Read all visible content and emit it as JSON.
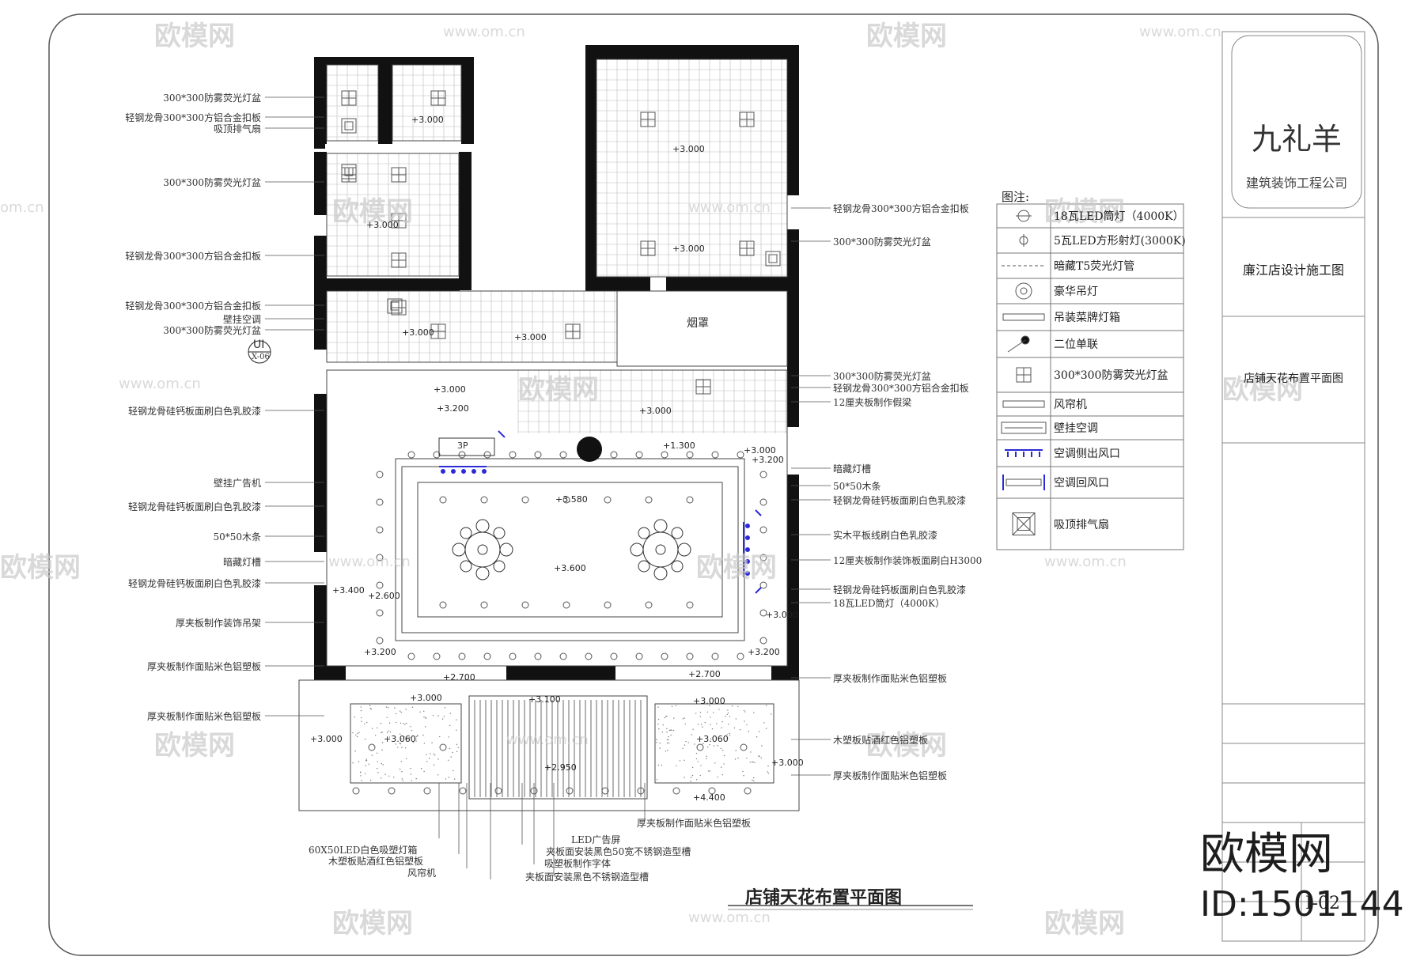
{
  "watermarks": {
    "brand": "欧模网",
    "site": "www.om.cn",
    "site_short": "om.cn"
  },
  "titleblock": {
    "company_name": "九礼羊",
    "company_sub": "建筑装饰工程公司",
    "project": "廉江店设计施工图",
    "drawing_name": "店铺天花布置平面图",
    "sheet_no": "I-02"
  },
  "drawing_title": "店铺天花布置平面图",
  "brand_overlay": {
    "name": "欧模网",
    "id": "ID:1501144"
  },
  "legend": {
    "title": "图注:",
    "items": [
      {
        "icon": "downlight-icon",
        "label": "18瓦LED筒灯（4000K）"
      },
      {
        "icon": "spotlight-icon",
        "label": "5瓦LED方形射灯(3000K)"
      },
      {
        "icon": "hidden-tube-icon",
        "label": "暗藏T5荧光灯管"
      },
      {
        "icon": "chandelier-icon",
        "label": "豪华吊灯"
      },
      {
        "icon": "menu-lightbox-icon",
        "label": "吊装菜牌灯箱"
      },
      {
        "icon": "switch-icon",
        "label": "二位单联"
      },
      {
        "icon": "grid-light-icon",
        "label": "300*300防雾荧光灯盆"
      },
      {
        "icon": "air-curtain-icon",
        "label": "风帘机"
      },
      {
        "icon": "wall-ac-icon",
        "label": "壁挂空调"
      },
      {
        "icon": "ac-side-vent-icon",
        "label": "空调侧出风口"
      },
      {
        "icon": "ac-return-vent-icon",
        "label": "空调回风口"
      },
      {
        "icon": "exhaust-fan-icon",
        "label": "吸顶排气扇"
      }
    ]
  },
  "left_labels": [
    "300*300防雾荧光灯盆",
    "轻钢龙骨300*300方铝合金扣板",
    "吸顶排气扇",
    "300*300防雾荧光灯盆",
    "轻钢龙骨300*300方铝合金扣板",
    "轻钢龙骨300*300方铝合金扣板",
    "壁挂空调",
    "300*300防雾荧光灯盆",
    "轻钢龙骨硅钙板面刷白色乳胶漆",
    "壁挂广告机",
    "轻钢龙骨硅钙板面刷白色乳胶漆",
    "50*50木条",
    "暗藏灯槽",
    "轻钢龙骨硅钙板面刷白色乳胶漆",
    "厚夹板制作装饰吊架",
    "厚夹板制作面贴米色铝塑板",
    "厚夹板制作面贴米色铝塑板"
  ],
  "right_labels": [
    "轻钢龙骨300*300方铝合金扣板",
    "300*300防雾荧光灯盆",
    "300*300防雾荧光灯盆",
    "轻钢龙骨300*300方铝合金扣板",
    "12厘夹板制作假梁",
    "暗藏灯槽",
    "50*50木条",
    "轻钢龙骨硅钙板面刷白色乳胶漆",
    "实木平板线刷白色乳胶漆",
    "12厘夹板制作装饰板面刷白H3000",
    "轻钢龙骨硅钙板面刷白色乳胶漆",
    "18瓦LED筒灯（4000K）",
    "厚夹板制作面贴米色铝塑板",
    "木塑板贴酒红色铝塑板",
    "厚夹板制作面贴米色铝塑板"
  ],
  "bottom_labels": [
    "厚夹板制作面贴米色铝塑板",
    "LED广告屏",
    "夹板面安装黑色50宽不锈钢造型槽",
    "60X50LED白色吸塑灯箱",
    "木塑板贴酒红色铝塑板",
    "吸塑板制作字体",
    "风帘机",
    "夹板面安装黑色不锈钢造型槽"
  ],
  "room_labels": {
    "hood": "烟罩",
    "symbol_ui": "UI",
    "symbol_ref": "X-06",
    "ac_3p": "3P"
  },
  "levels": [
    "+3.000",
    "+3.000",
    "+3.000",
    "+3.000",
    "+3.000",
    "+3.000",
    "+3.000",
    "+3.200",
    "+3.000",
    "+1.300",
    "+3.000",
    "+3.200",
    "+3.580",
    "+3.600",
    "+3.400",
    "+2.600",
    "+3.000",
    "+3.200",
    "+3.200",
    "+2.700",
    "+2.700",
    "+3.000",
    "+3.100",
    "+3.000",
    "+3.000",
    "+3.060",
    "+3.060",
    "+3.000",
    "+2.950",
    "+4.400"
  ],
  "colors": {
    "wall": "#111111",
    "line": "#444444",
    "thin": "#888888",
    "vent": "#2a2ad8",
    "watermark": "#cccccc"
  }
}
